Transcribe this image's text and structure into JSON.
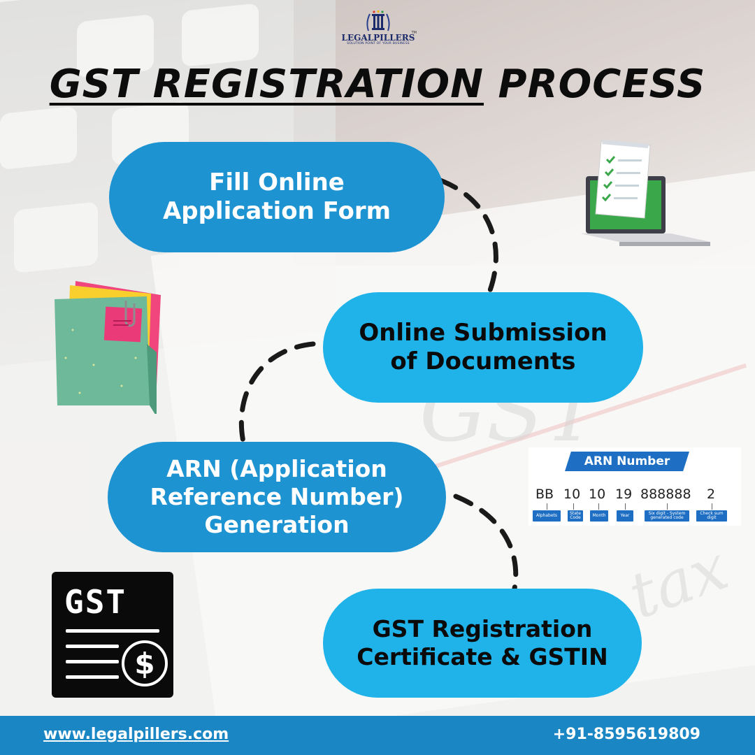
{
  "brand": {
    "name": "LEGALPILLERS",
    "tagline": "SOLUTION POINT OF YOUR BUSINESS",
    "trademark": "TM"
  },
  "title": {
    "underlined": "GST REGISTRATION",
    "rest": " PROCESS"
  },
  "steps": [
    {
      "lines": [
        "Fill Online",
        "Application Form"
      ]
    },
    {
      "lines": [
        "Online Submission",
        "of Documents"
      ]
    },
    {
      "lines": [
        "ARN (Application",
        "Reference Number)",
        "Generation"
      ]
    },
    {
      "lines": [
        "GST Registration",
        "Certificate & GSTIN"
      ]
    }
  ],
  "arn_card": {
    "heading": "ARN Number",
    "digits": [
      "BB",
      "10",
      "10",
      "19",
      "888888",
      "2"
    ],
    "labels": [
      "Alphabets",
      "State Code",
      "Month",
      "Year",
      "Six digit - System generated code",
      "Check sum digit"
    ]
  },
  "gst_icon": {
    "text": "GST",
    "symbol": "$"
  },
  "background_scribbles": {
    "a": "GST",
    "b": "tax"
  },
  "footer": {
    "website": "www.legalpillers.com",
    "phone": "+91-8595619809"
  },
  "colors": {
    "step_dark": "#1e93d2",
    "step_light": "#1fb3ea",
    "footer": "#1b86c4",
    "title": "#0c0c0c"
  }
}
